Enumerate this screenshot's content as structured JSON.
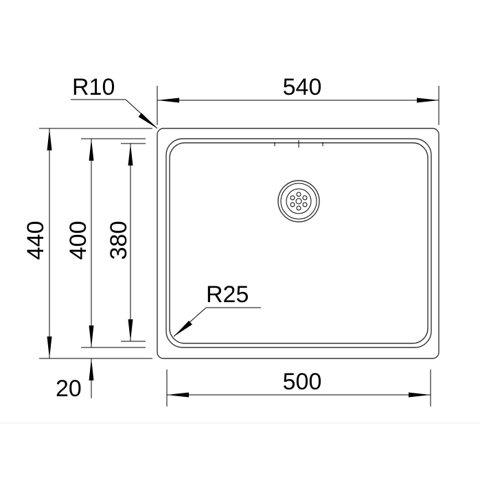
{
  "drawing": {
    "labels": {
      "overall_width": "540",
      "inner_width": "500",
      "overall_depth": "440",
      "inner_depth_1": "400",
      "inner_depth_2": "380",
      "flange": "20",
      "outer_radius": "R10",
      "inner_radius": "R25"
    },
    "colors": {
      "line": "#000000",
      "outline": "#333333",
      "background": "#ffffff"
    },
    "icons": [
      "drain-icon"
    ]
  }
}
